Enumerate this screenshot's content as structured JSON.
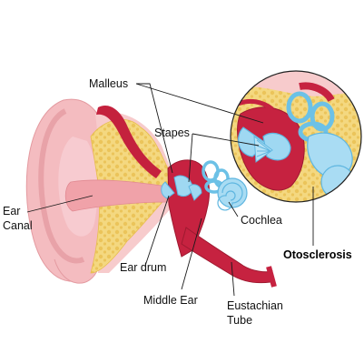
{
  "labels": {
    "malleus": "Malleus",
    "stapes": "Stapes",
    "ear_canal_1": "Ear",
    "ear_canal_2": "Canal",
    "cochlea": "Cochlea",
    "otosclerosis": "Otosclerosis",
    "ear_drum": "Ear drum",
    "middle_ear": "Middle Ear",
    "eustachian_1": "Eustachian",
    "eustachian_2": "Tube"
  },
  "colors": {
    "skin": "#f7c7c9",
    "skin_dark": "#eba3a6",
    "fat": "#f2d57a",
    "fat_dot": "#e7bd4c",
    "muscle": "#c4213d",
    "muscle_dark": "#9e1a30",
    "bone_blue": "#9fd8f2",
    "bone_blue_dark": "#5fb6e0",
    "canal": "#f3a7ad"
  }
}
